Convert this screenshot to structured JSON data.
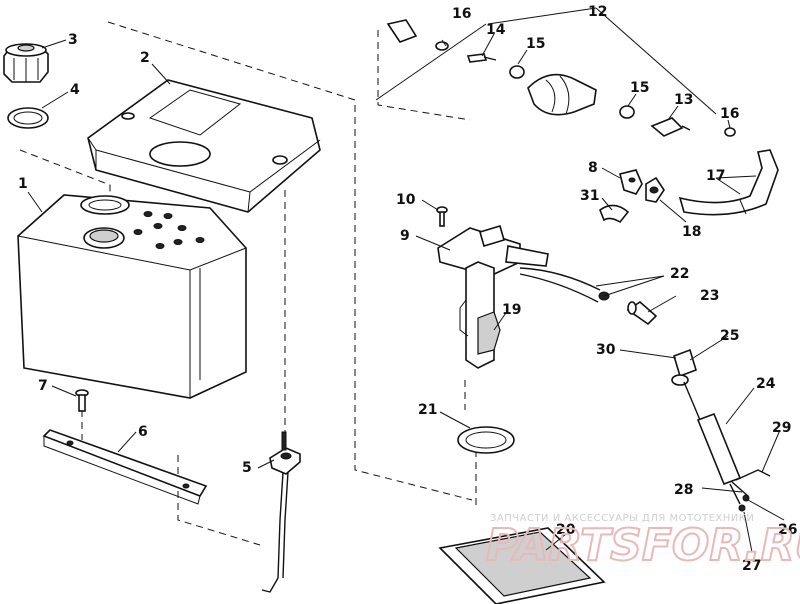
{
  "callouts": {
    "c1": "1",
    "c2": "2",
    "c3": "3",
    "c4": "4",
    "c5": "5",
    "c6": "6",
    "c7": "7",
    "c8": "8",
    "c9": "9",
    "c10": "10",
    "c12": "12",
    "c13": "13",
    "c14": "14",
    "c15a": "15",
    "c15b": "15",
    "c16a": "16",
    "c16b": "16",
    "c17": "17",
    "c18": "18",
    "c19": "19",
    "c20": "20",
    "c21": "21",
    "c22": "22",
    "c23": "23",
    "c24": "24",
    "c25": "25",
    "c26": "26",
    "c27": "27",
    "c28": "28",
    "c29": "29",
    "c30": "30",
    "c31": "31"
  },
  "watermark": {
    "tagline": "ЗАПЧАСТИ И АКСЕССУАРЫ ДЛЯ МОТОТЕХНИКИ",
    "logo": "PARTSFOR.RU"
  }
}
